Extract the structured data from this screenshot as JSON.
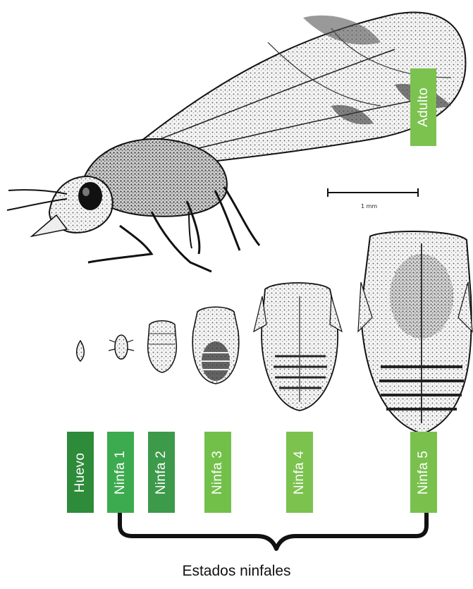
{
  "stages": {
    "adult": "Adulto",
    "egg": "Huevo",
    "nymph1": "Ninfa 1",
    "nymph2": "Ninfa 2",
    "nymph3": "Ninfa 3",
    "nymph4": "Ninfa 4",
    "nymph5": "Ninfa 5"
  },
  "group_caption": "Estados ninfales",
  "scale_label": "1 mm",
  "colors": {
    "egg": "#2e8b3a",
    "nymph1": "#3cab4f",
    "nymph2": "#3d9a4a",
    "nymph3": "#72c04a",
    "nymph4": "#7cc24f",
    "nymph5": "#79c14c",
    "adult": "#7cc24f"
  }
}
